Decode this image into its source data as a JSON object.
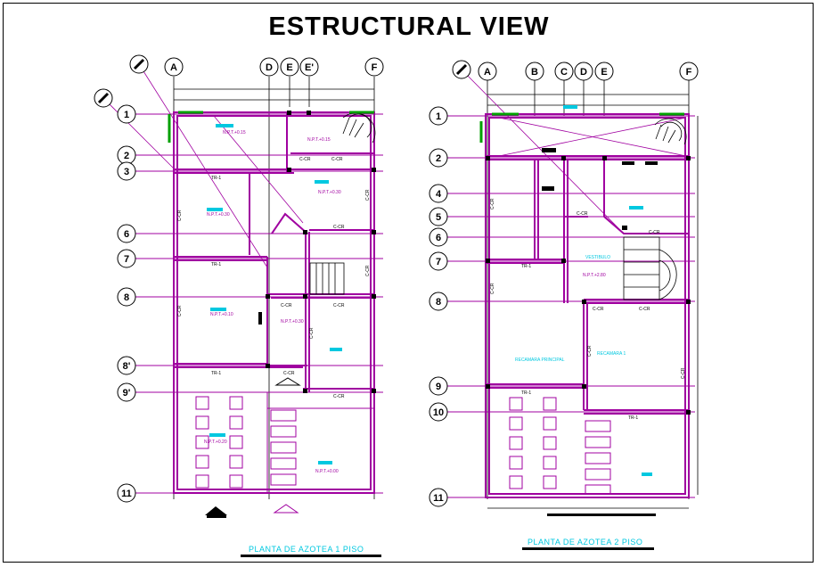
{
  "title": "ESTRUCTURAL VIEW",
  "plans": [
    {
      "caption": "PLANTA DE AZOTEA 1 PISO",
      "col_axes": [
        "A",
        "D",
        "E",
        "E'",
        "F"
      ],
      "row_axes": [
        "1",
        "2",
        "3",
        "6",
        "7",
        "8",
        "8'",
        "9'",
        "11"
      ],
      "notes": [
        "N.P.T.+0.15",
        "N.P.T.+0.15",
        "N.P.T.+0.30",
        "N.P.T.+0.30",
        "N.P.T.+0.10",
        "N.P.T.+0.30",
        "N.P.T.+0.20",
        "N.P.T.+0.00"
      ],
      "beams": [
        "C-CR",
        "C-CR",
        "C-CR",
        "C-CR",
        "C-CR",
        "C-CR",
        "C-CR",
        "C-CR",
        "C-CR",
        "C-CR",
        "TR-1",
        "TR-1",
        "TR-1",
        "C-CR",
        "C-CR"
      ]
    },
    {
      "caption": "PLANTA DE AZOTEA 2 PISO",
      "col_axes": [
        "A",
        "B",
        "C",
        "D",
        "E",
        "F"
      ],
      "row_axes": [
        "1",
        "2",
        "4",
        "5",
        "6",
        "7",
        "8",
        "9",
        "10",
        "11"
      ],
      "notes": [
        "N.P.T.+2.80"
      ],
      "beams": [
        "C-CR",
        "C-CR",
        "C-CR",
        "C-CR",
        "C-CR",
        "C-CR",
        "TR-1",
        "TR-1",
        "C-CR",
        "C-CR",
        "TR-1"
      ],
      "rooms": [
        "RECAMARA PRINCIPAL",
        "RECAMARA 1",
        "VESTIBULO"
      ]
    }
  ],
  "colors": {
    "wall": "#a000a0",
    "axis": "#000000",
    "label": "#00c8e0",
    "accent_green": "#00a000"
  }
}
